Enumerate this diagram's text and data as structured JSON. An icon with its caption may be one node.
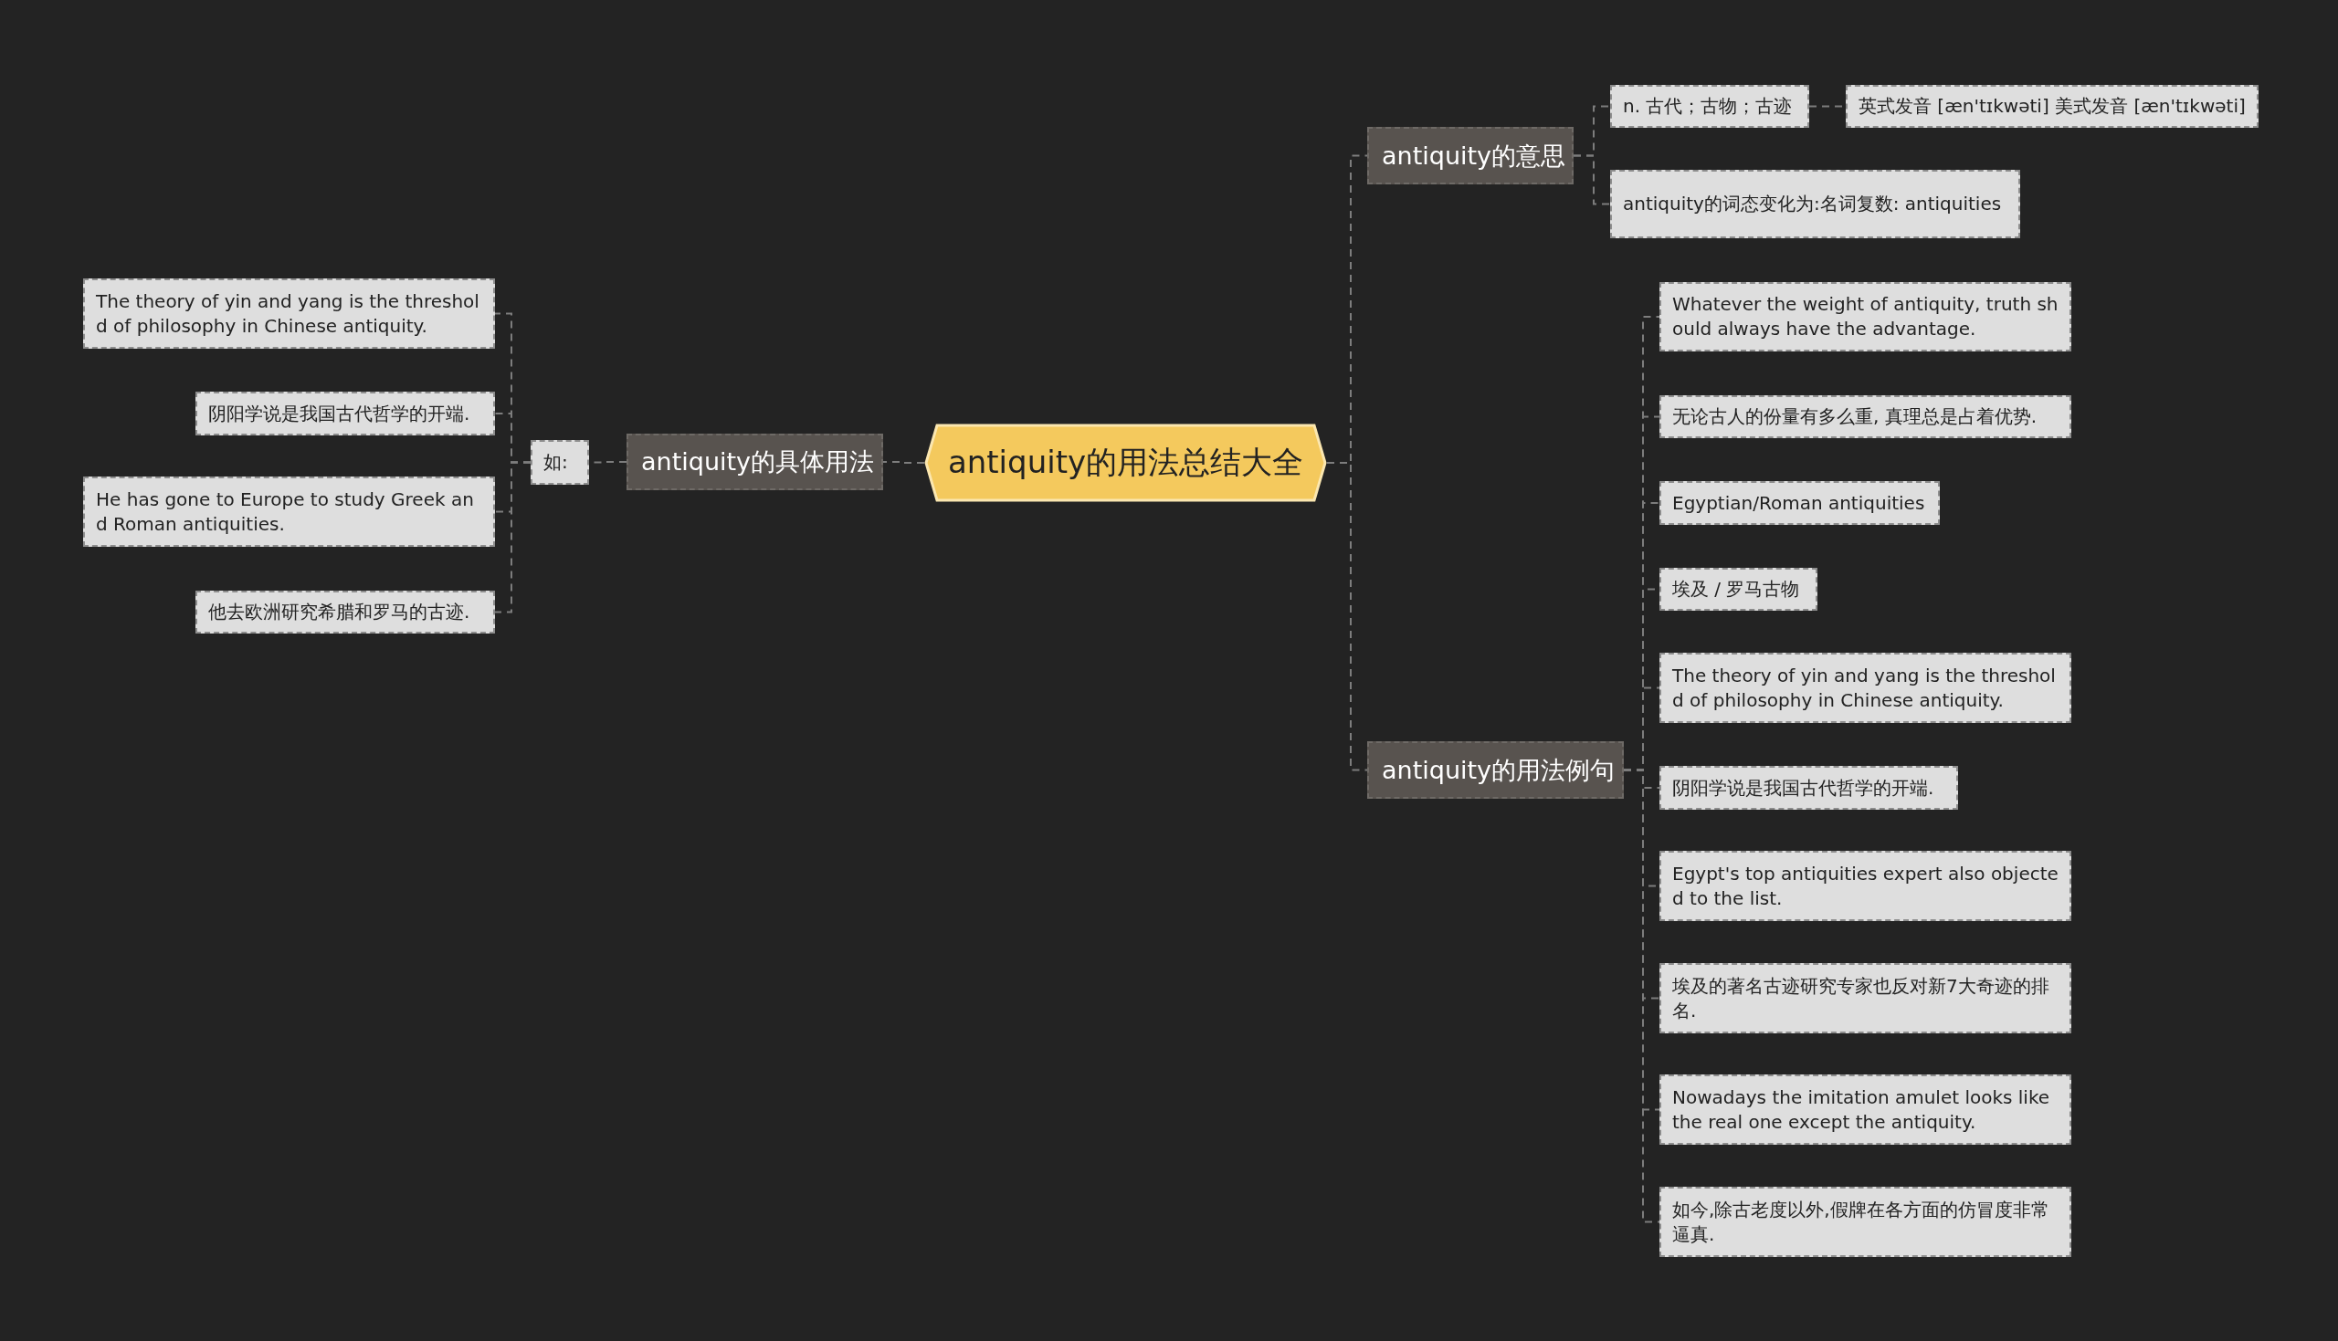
{
  "diagram": {
    "nodes": [
      {
        "text": [
          "antiquity的用法总结大全"
        ]
      },
      {
        "text": [
          "antiquity的意思"
        ]
      },
      {
        "text": [
          "n. 古代；古物；古迹"
        ]
      },
      {
        "text": [
          "英式发音 [æn'tɪkwəti] 美式发音 [æn'tɪkwəti]"
        ]
      },
      {
        "text": [
          "antiquity的词态变化为:名词复数: antiquities"
        ]
      },
      {
        "text": [
          "antiquity的用法例句"
        ]
      },
      {
        "text": [
          "Whatever the weight of antiquity, truth should always have the advantage."
        ]
      },
      {
        "text": [
          "无论古人的份量有多么重, 真理总是占着优势."
        ]
      },
      {
        "text": [
          "Egyptian/Roman antiquities"
        ]
      },
      {
        "text": [
          "埃及 / 罗马古物"
        ]
      },
      {
        "text": [
          "The theory of yin and yang is the threshold of philosophy in Chinese antiquity."
        ]
      },
      {
        "text": [
          "阴阳学说是我国古代哲学的开端."
        ]
      },
      {
        "text": [
          "Egypt's top antiquities expert also objected to the list."
        ]
      },
      {
        "text": [
          "埃及的著名古迹研究专家也反对新7大奇迹的排名."
        ]
      },
      {
        "text": [
          "Nowadays the imitation amulet looks like the real one except the antiquity."
        ]
      },
      {
        "text": [
          "如今,除古老度以外,假牌在各方面的仿冒度非常逼真."
        ]
      },
      {
        "text": [
          "antiquity的具体用法"
        ]
      },
      {
        "text": [
          "如:"
        ]
      },
      {
        "text": [
          "The theory of yin and yang is the threshold of philosophy in Chinese antiquity."
        ]
      },
      {
        "text": [
          "阴阳学说是我国古代哲学的开端."
        ]
      },
      {
        "text": [
          "He has gone to Europe to study Greek and Roman antiquities."
        ]
      },
      {
        "text": [
          "他去欧洲研究希腊和罗马的古迹."
        ]
      }
    ],
    "edges": [
      {
        "from": 0,
        "to": 1,
        "arrow": "none"
      },
      {
        "from": 1,
        "to": 2,
        "arrow": "none"
      },
      {
        "from": 2,
        "to": 3,
        "arrow": "none"
      },
      {
        "from": 1,
        "to": 4,
        "arrow": "none"
      },
      {
        "from": 0,
        "to": 5,
        "arrow": "none"
      },
      {
        "from": 5,
        "to": 6,
        "arrow": "none"
      },
      {
        "from": 5,
        "to": 7,
        "arrow": "none"
      },
      {
        "from": 5,
        "to": 8,
        "arrow": "none"
      },
      {
        "from": 5,
        "to": 9,
        "arrow": "none"
      },
      {
        "from": 5,
        "to": 10,
        "arrow": "none"
      },
      {
        "from": 5,
        "to": 11,
        "arrow": "none"
      },
      {
        "from": 5,
        "to": 12,
        "arrow": "none"
      },
      {
        "from": 5,
        "to": 13,
        "arrow": "none"
      },
      {
        "from": 5,
        "to": 14,
        "arrow": "none"
      },
      {
        "from": 5,
        "to": 15,
        "arrow": "none"
      },
      {
        "from": 0,
        "to": 16,
        "arrow": "none"
      },
      {
        "from": 16,
        "to": 17,
        "arrow": "none"
      },
      {
        "from": 17,
        "to": 18,
        "arrow": "none"
      },
      {
        "from": 17,
        "to": 19,
        "arrow": "none"
      },
      {
        "from": 17,
        "to": 20,
        "arrow": "none"
      },
      {
        "from": 17,
        "to": 21,
        "arrow": "none"
      }
    ]
  }
}
